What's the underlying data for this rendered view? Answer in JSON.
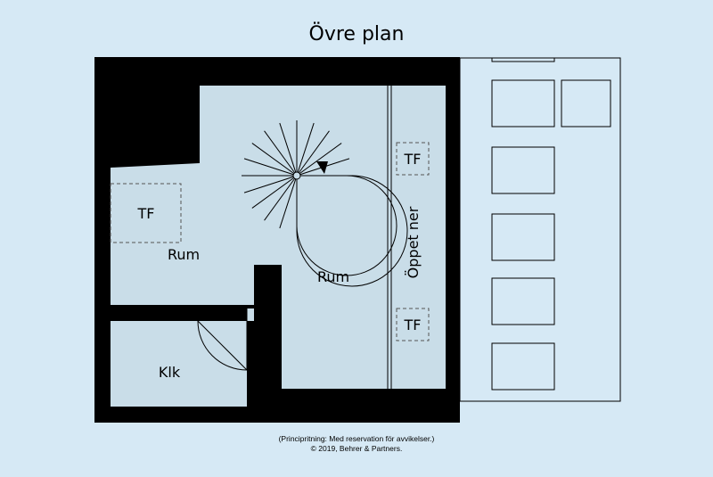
{
  "title": "Övre plan",
  "rooms": {
    "room_left": "Rum",
    "room_center": "Rum",
    "closet": "Klk",
    "open_below": "Öppet ner"
  },
  "tf_labels": {
    "tf_left": "TF",
    "tf_top": "TF",
    "tf_bottom": "TF"
  },
  "footer": {
    "disclaimer": "(Principritning: Med reservation för avvikelser.)",
    "copyright": "© 2019, Behrer & Partners."
  },
  "colors": {
    "background": "#d6e9f5",
    "floor": "#c9dde8",
    "wall": "#000000"
  }
}
